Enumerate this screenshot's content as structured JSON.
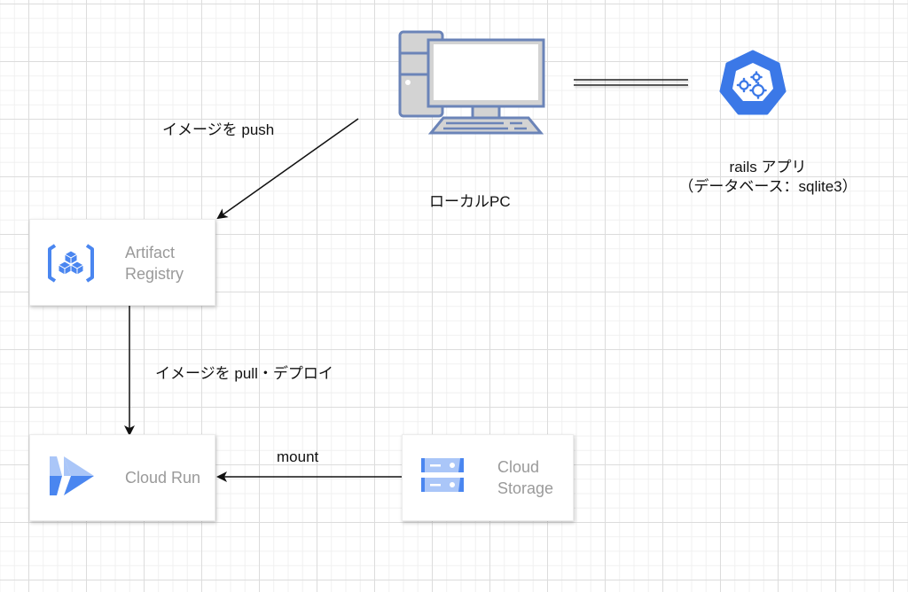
{
  "diagram": {
    "nodes": {
      "local_pc": {
        "label": "ローカルPC"
      },
      "rails_app": {
        "label_line1": "rails アプリ",
        "label_line2": "（データベース：sqlite3）",
        "color": "#3b78e7"
      },
      "artifact_registry": {
        "label_line1": "Artifact",
        "label_line2": "Registry",
        "icon_color": "#4a86f0"
      },
      "cloud_run": {
        "label": "Cloud Run",
        "icon_color": "#4a86f0",
        "icon_light": "#aac6f8"
      },
      "cloud_storage": {
        "label_line1": "Cloud",
        "label_line2": "Storage",
        "icon_color": "#4a86f0",
        "icon_light": "#aac6f8"
      }
    },
    "edges": {
      "push": {
        "label": "イメージを push"
      },
      "pull_deploy": {
        "label": "イメージを pull・デプロイ"
      },
      "mount": {
        "label": "mount"
      }
    },
    "colors": {
      "pc_stroke": "#6b84b8",
      "pc_fill": "#d3d3d3",
      "card_text": "#9a9a9a",
      "edge": "#111111"
    }
  }
}
